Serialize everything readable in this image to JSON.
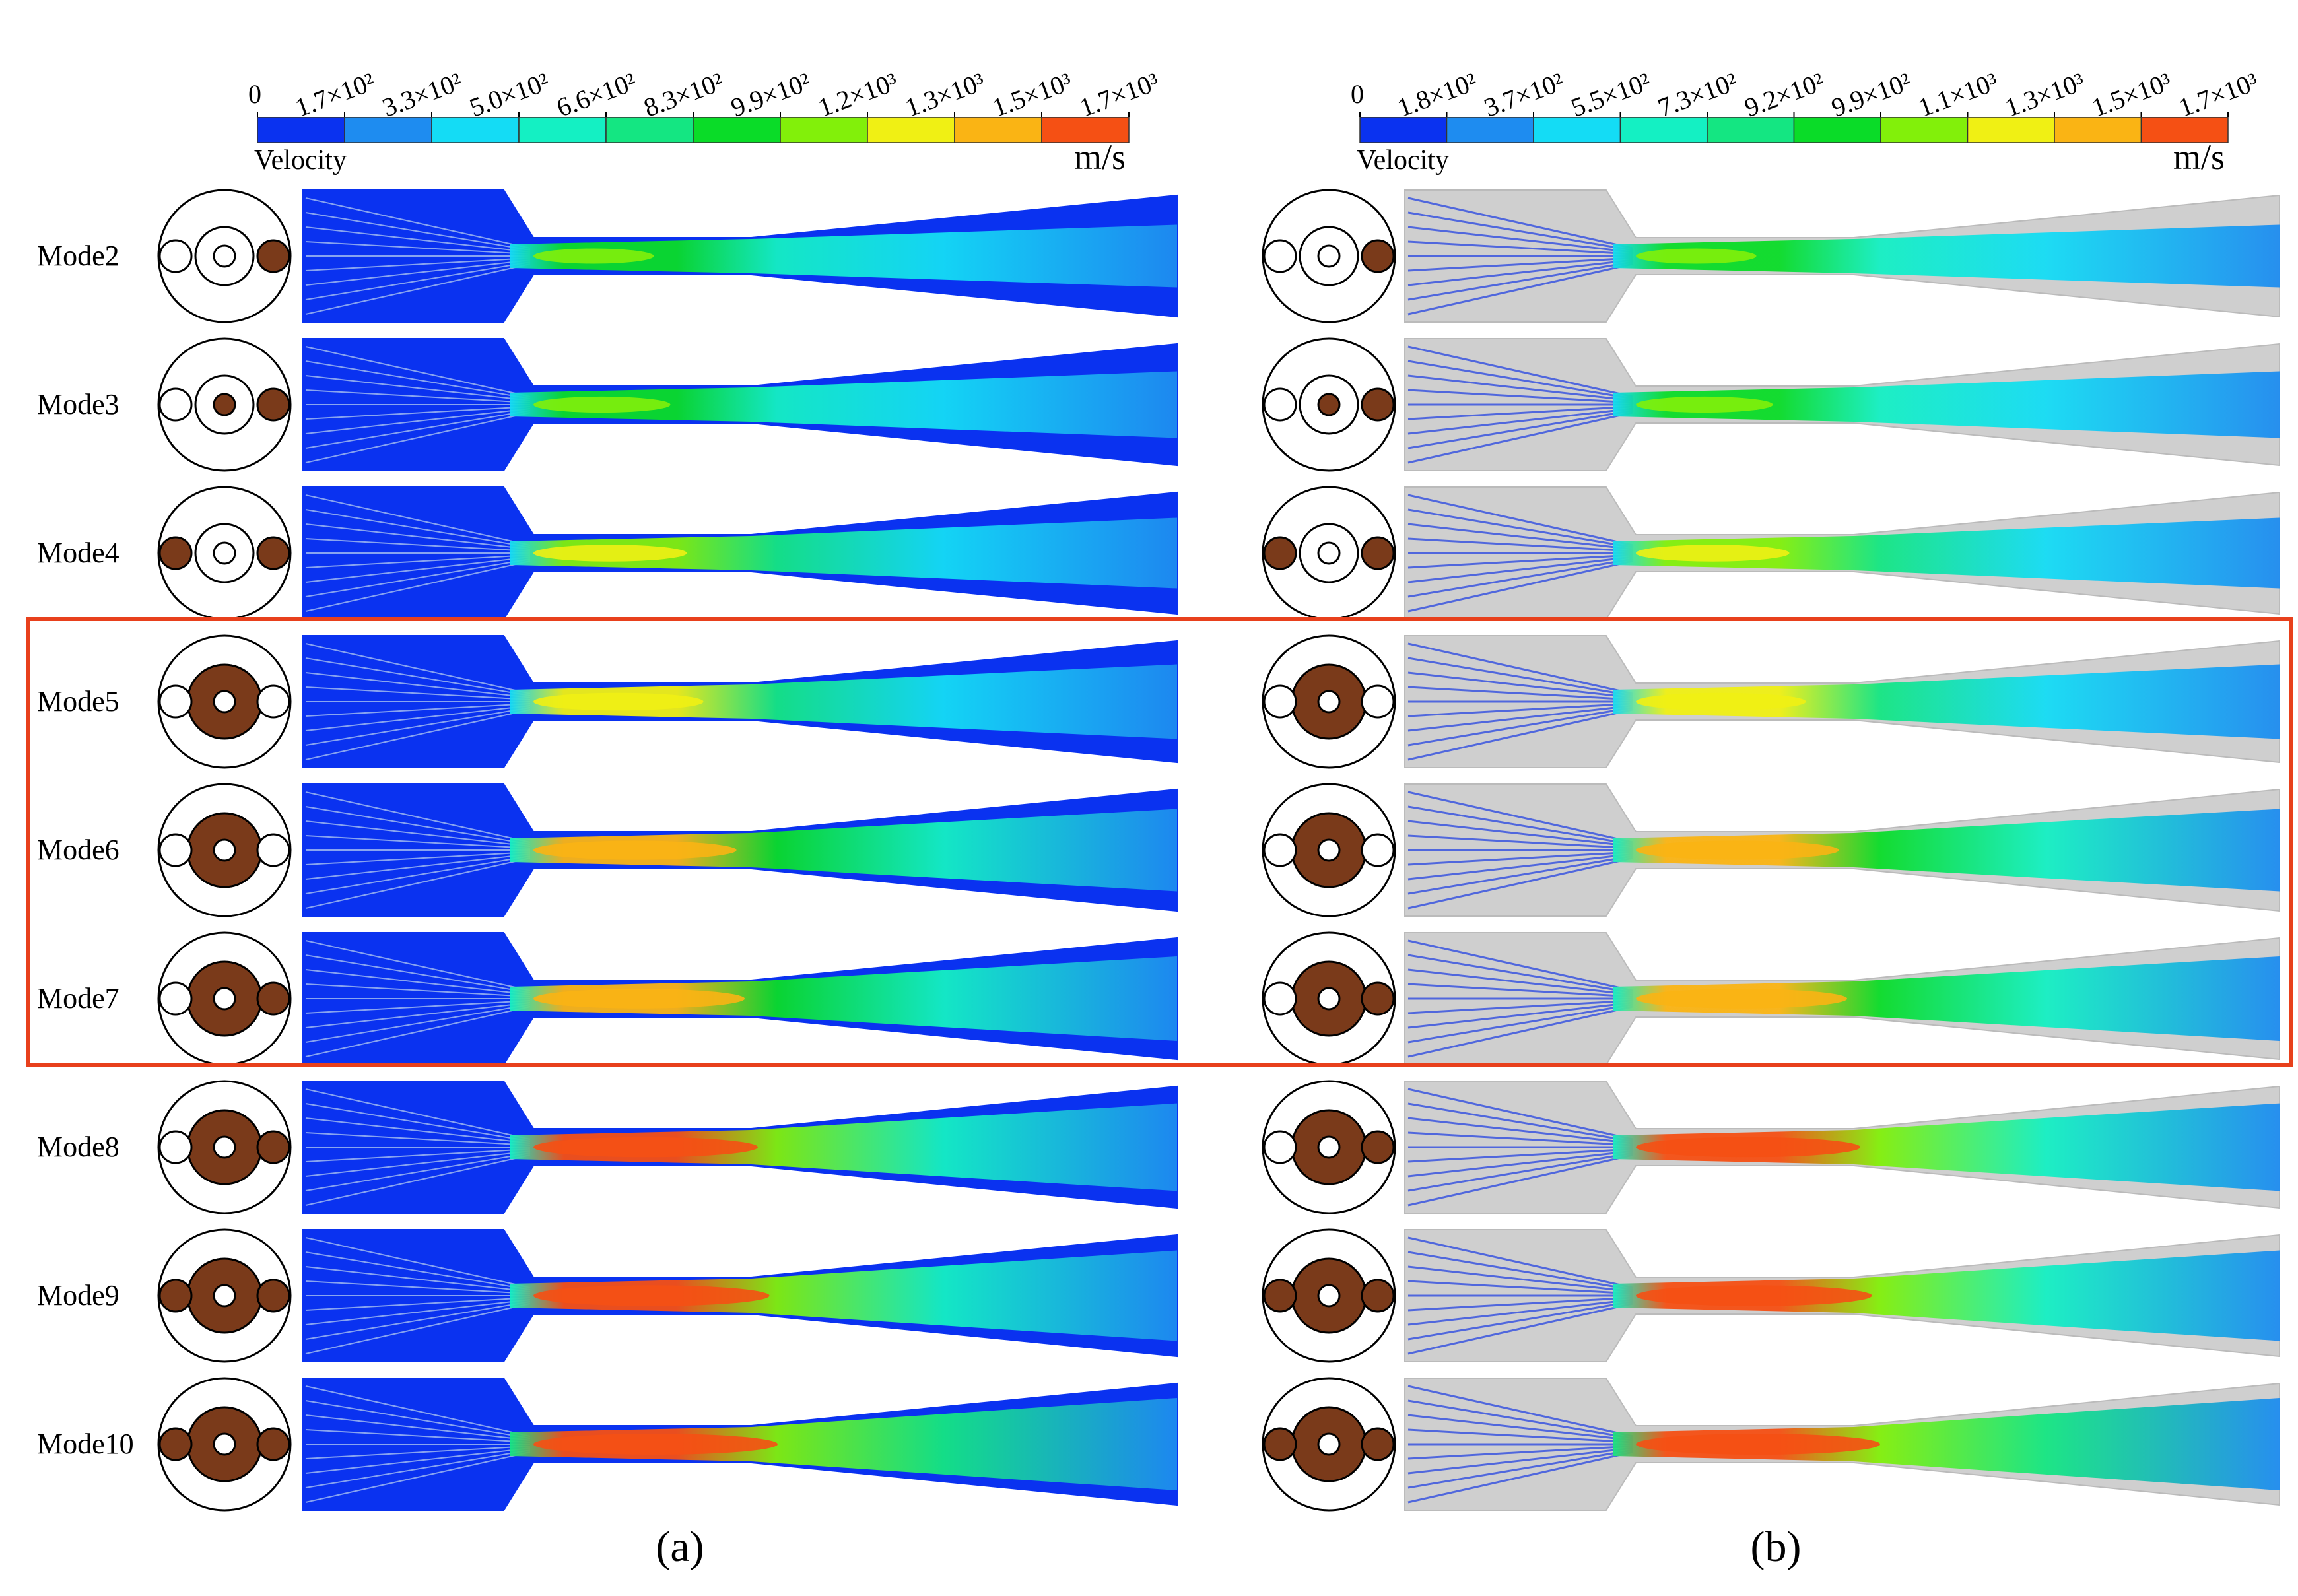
{
  "panels": [
    {
      "id": "a",
      "caption": "(a)",
      "legend": {
        "title": "Velocity",
        "unit": "m/s",
        "ticks": [
          "0",
          "1.7×10²",
          "3.3×10²",
          "5.0×10²",
          "6.6×10²",
          "8.3×10²",
          "9.9×10²",
          "1.2×10³",
          "1.3×10³",
          "1.5×10³",
          "1.7×10³"
        ]
      }
    },
    {
      "id": "b",
      "caption": "(b)",
      "legend": {
        "title": "Velocity",
        "unit": "m/s",
        "ticks": [
          "0",
          "1.8×10²",
          "3.7×10²",
          "5.5×10²",
          "7.3×10²",
          "9.2×10²",
          "9.9×10²",
          "1.1×10³",
          "1.3×10³",
          "1.5×10³",
          "1.7×10³"
        ]
      }
    }
  ],
  "colorbar": [
    "#0a32f0",
    "#1e8cf0",
    "#14dcf5",
    "#14f0c3",
    "#14e682",
    "#0adc28",
    "#82f00a",
    "#f0f014",
    "#fab414",
    "#f55014"
  ],
  "modes": [
    {
      "label": "Mode2",
      "side_left": false,
      "side_right": true,
      "center": "open",
      "intensity": 0.25
    },
    {
      "label": "Mode3",
      "side_left": false,
      "side_right": true,
      "center": "dot",
      "intensity": 0.35
    },
    {
      "label": "Mode4",
      "side_left": true,
      "side_right": true,
      "center": "open",
      "intensity": 0.45
    },
    {
      "label": "Mode5",
      "side_left": false,
      "side_right": false,
      "center": "ring",
      "intensity": 0.55
    },
    {
      "label": "Mode6",
      "side_left": false,
      "side_right": false,
      "center": "ring",
      "intensity": 0.75
    },
    {
      "label": "Mode7",
      "side_left": false,
      "side_right": true,
      "center": "ring",
      "intensity": 0.8
    },
    {
      "label": "Mode8",
      "side_left": false,
      "side_right": true,
      "center": "ring",
      "intensity": 0.88
    },
    {
      "label": "Mode9",
      "side_left": true,
      "side_right": true,
      "center": "ring",
      "intensity": 0.95
    },
    {
      "label": "Mode10",
      "side_left": true,
      "side_right": true,
      "center": "ring",
      "intensity": 1.0
    }
  ],
  "colors": {
    "fuel": "#7a3a1a",
    "highlight": "#e8401c"
  }
}
